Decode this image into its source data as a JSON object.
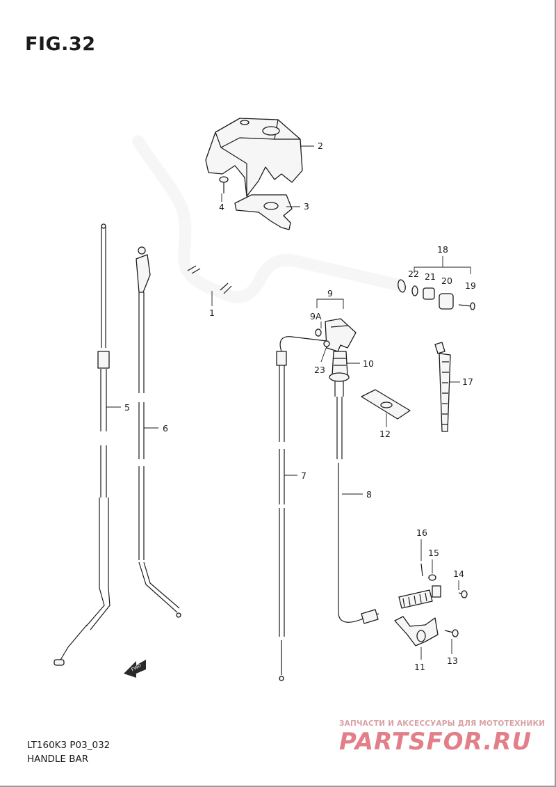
{
  "figure_title": "FIG.32",
  "model_code": "LT160K3 P03_032",
  "section_name": "HANDLE BAR",
  "fwd_arrow_text": "FWD",
  "watermark": {
    "tagline": "ЗАПЧАСТИ И АКСЕССУАРЫ ДЛЯ МОТОТЕХНИКИ",
    "brand": "PARTSFOR.RU"
  },
  "callouts": {
    "p1": "1",
    "p2": "2",
    "p3": "3",
    "p4": "4",
    "p5": "5",
    "p6": "6",
    "p7": "7",
    "p8": "8",
    "p9": "9",
    "p9a": "9A",
    "p10": "10",
    "p11": "11",
    "p12": "12",
    "p13": "13",
    "p14": "14",
    "p15": "15",
    "p16": "16",
    "p17": "17",
    "p18": "18",
    "p19": "19",
    "p20": "20",
    "p21": "21",
    "p22": "22",
    "p23": "23"
  }
}
